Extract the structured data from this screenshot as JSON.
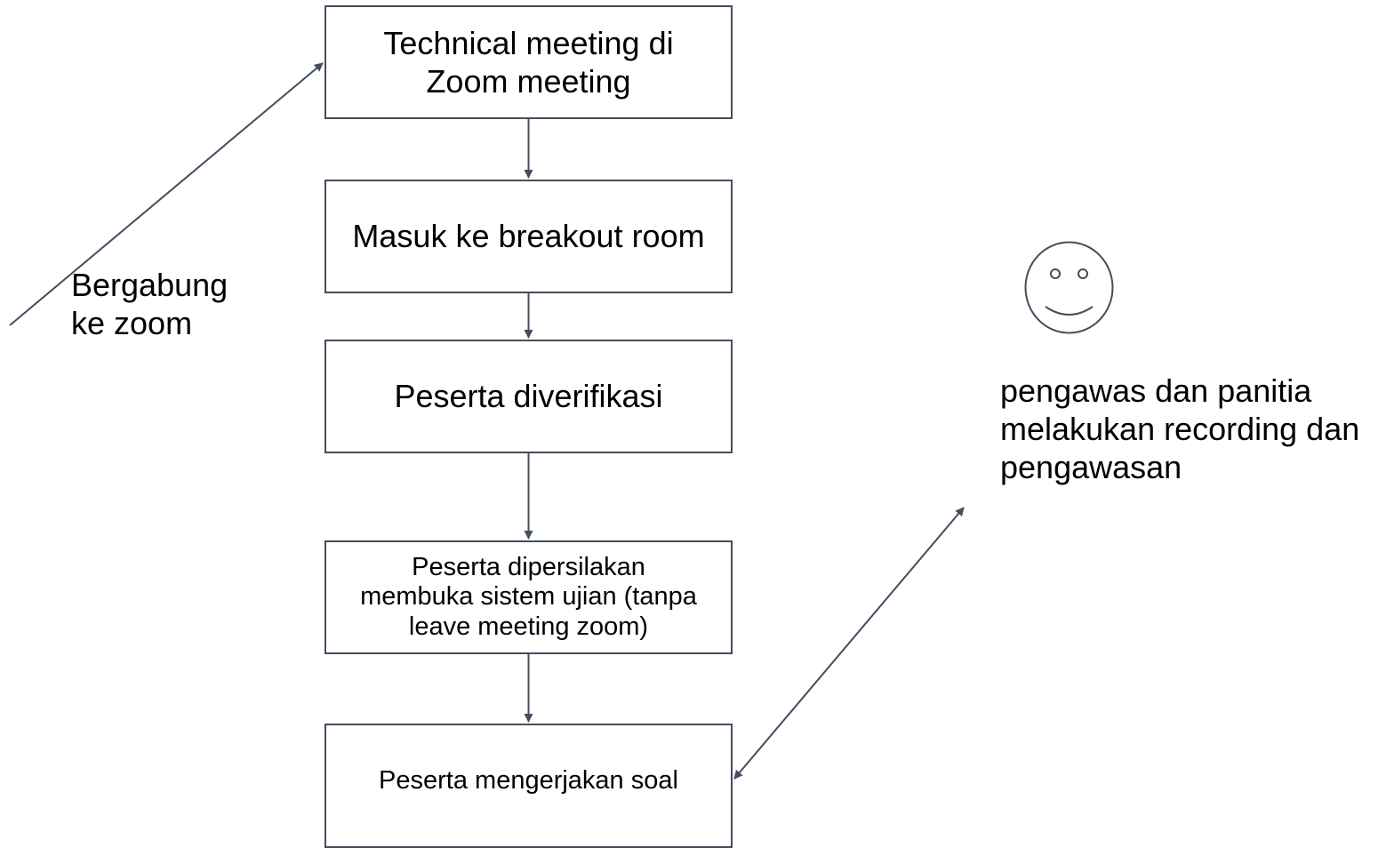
{
  "flow": {
    "steps": [
      {
        "label": "Technical meeting di\nZoom meeting"
      },
      {
        "label": "Masuk ke breakout room"
      },
      {
        "label": "Peserta diverifikasi"
      },
      {
        "label": "Peserta dipersilakan\nmembuka sistem ujian (tanpa\nleave meeting zoom)"
      },
      {
        "label": "Peserta mengerjakan soal"
      }
    ]
  },
  "annotations": {
    "join_zoom": "Bergabung\nke zoom",
    "supervisor_note": "pengawas dan panitia\nmelakukan recording dan\npengawasan"
  },
  "icons": {
    "actor": "smiley-face-icon"
  },
  "colors": {
    "stroke": "#434d5d",
    "background": "#ffffff",
    "text": "#000000"
  }
}
